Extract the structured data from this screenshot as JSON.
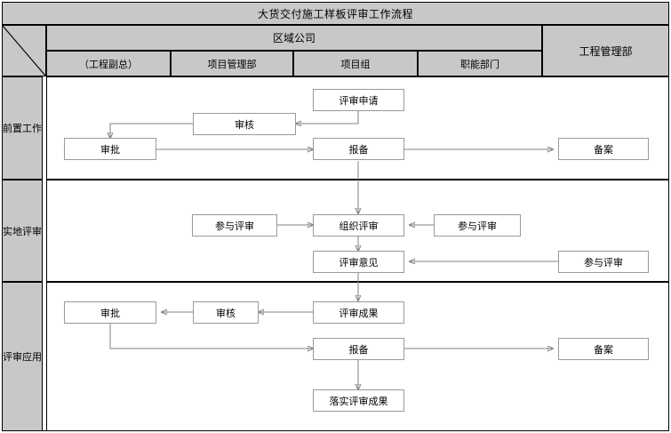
{
  "title": "大货交付施工样板评审工作流程",
  "header": {
    "group_label": "区域公司",
    "right_dept": "工程管理部",
    "columns": [
      {
        "label": "（工程副总）"
      },
      {
        "label": "项目管理部"
      },
      {
        "label": "项目组"
      },
      {
        "label": "职能部门"
      }
    ]
  },
  "rows": [
    {
      "label": "前置工作"
    },
    {
      "label": "实地评审"
    },
    {
      "label": "评审应用"
    }
  ],
  "nodes": {
    "r1_apply": "评审申请",
    "r1_review": "审核",
    "r1_approve": "审批",
    "r1_report": "报备",
    "r1_file": "备案",
    "r2_join_left": "参与评审",
    "r2_organize": "组织评审",
    "r2_join_right": "参与评审",
    "r2_opinion": "评审意见",
    "r2_join_far": "参与评审",
    "r3_approve": "审批",
    "r3_review": "审核",
    "r3_result": "评审成果",
    "r3_report": "报备",
    "r3_file": "备案",
    "r3_implement": "落实评审成果"
  },
  "colors": {
    "header_fill": "#c8c8c8",
    "frame_stroke": "#000000",
    "node_stroke": "#9a9a9a",
    "connector_stroke": "#808080",
    "node_fill": "#ffffff"
  }
}
